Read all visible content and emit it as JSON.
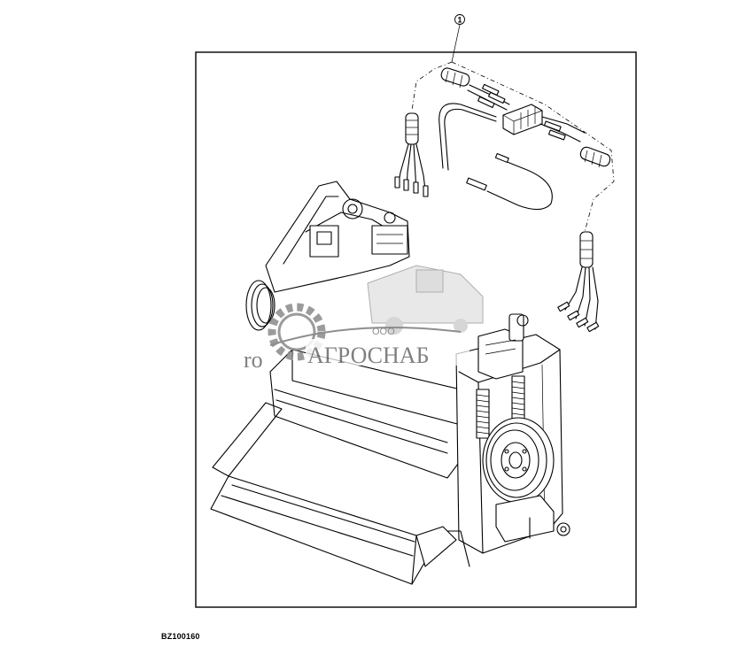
{
  "callout": {
    "number": "1"
  },
  "figure_code": "BZ100160",
  "watermark": {
    "prefix": "ООО",
    "name": "АГРОСНАБ",
    "fragment": "ro"
  }
}
